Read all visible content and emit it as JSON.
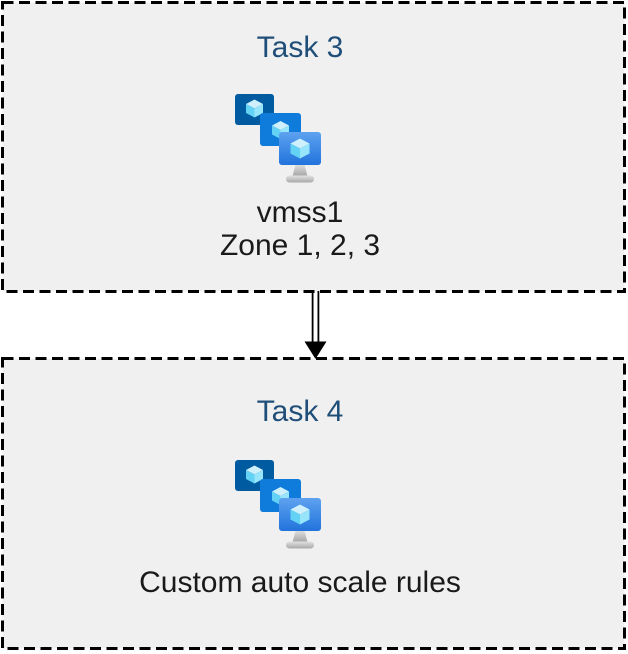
{
  "boxes": [
    {
      "title": "Task 3",
      "icon": "vmss-icon",
      "caption_lines": [
        "vmss1",
        "Zone 1, 2, 3"
      ]
    },
    {
      "title": "Task 4",
      "icon": "vmss-icon",
      "caption_lines": [
        "Custom auto scale rules"
      ]
    }
  ],
  "connector": {
    "type": "double-line-arrow",
    "direction": "down"
  },
  "colors": {
    "page_background": "#FFFFFF",
    "box_background": "#F0F0F0",
    "box_border": "#000000",
    "title_text": "#1F4E79",
    "body_text": "#1A1A1A",
    "arrow": "#000000",
    "monitor_back": "#005BA1",
    "monitor_middle": "#0F7CDB",
    "monitor_front_top": "#5EA2F0",
    "monitor_front_bottom": "#2173DC",
    "cube_top": "#CEF0FC",
    "cube_left": "#63D2F5",
    "cube_right": "#97E5FA",
    "stand_light": "#DCDCDC",
    "stand_dark": "#A6A6A6"
  }
}
